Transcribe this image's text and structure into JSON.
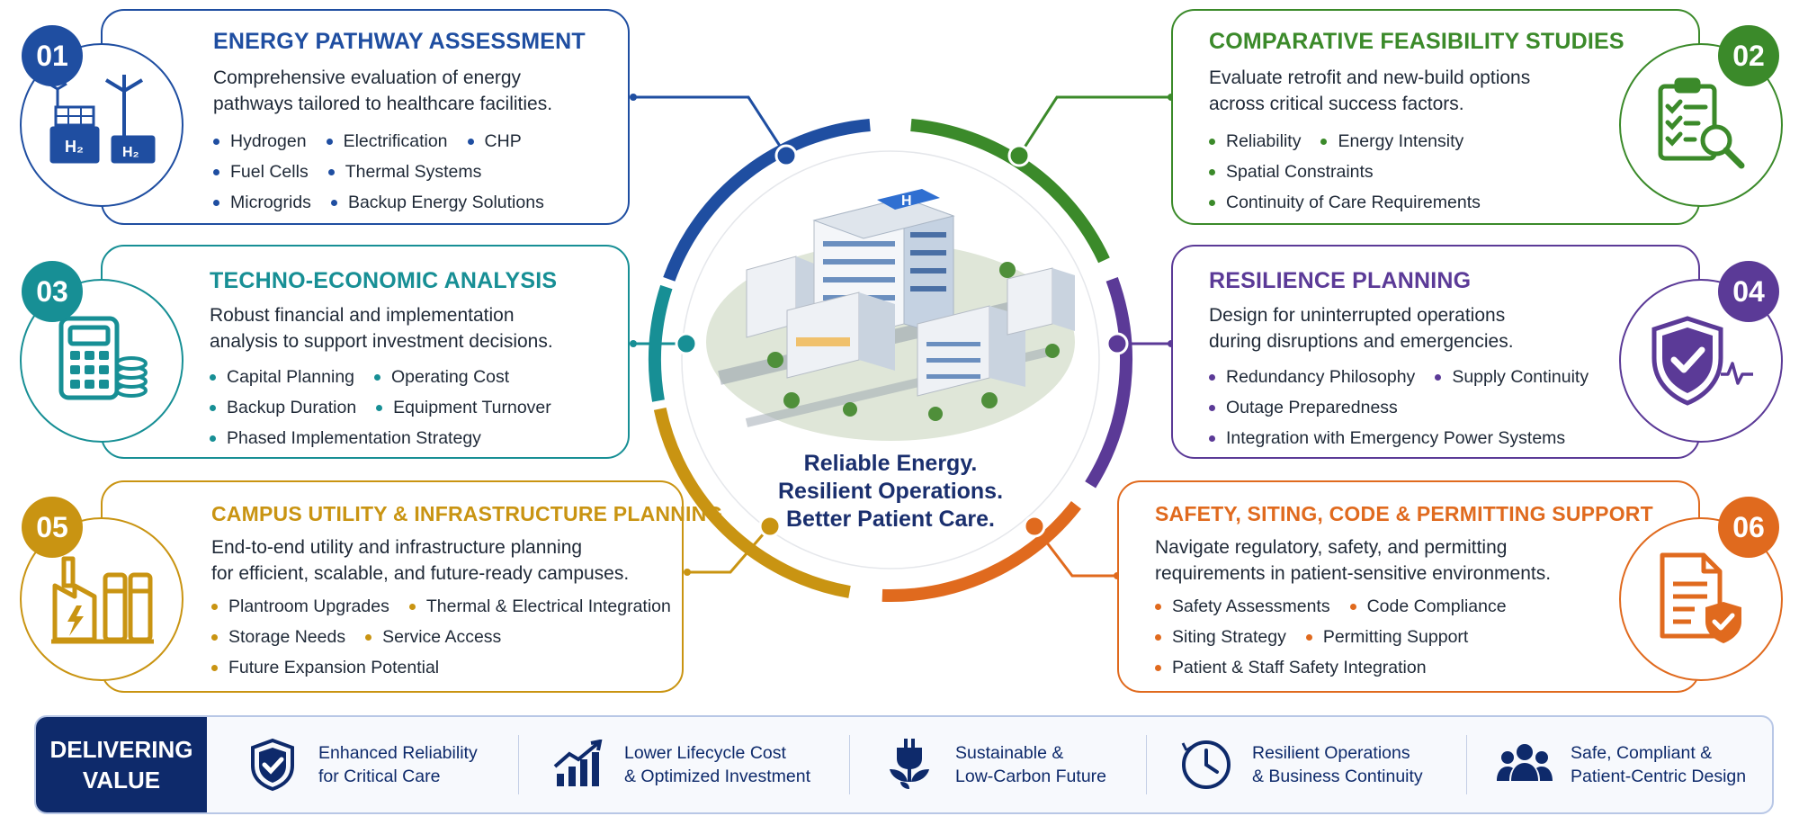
{
  "hub_text": [
    "Reliable Energy.",
    "Resilient Operations.",
    "Better Patient Care."
  ],
  "cards": [
    {
      "id": "energy-pathway",
      "number": "01",
      "color": "#1f4ea1",
      "title": "ENERGY PATHWAY ASSESSMENT",
      "desc": [
        "Comprehensive evaluation of energy",
        "pathways tailored to healthcare facilities."
      ],
      "bullets": [
        [
          "Hydrogen",
          "Electrification",
          "CHP"
        ],
        [
          "Fuel Cells",
          "Thermal Systems"
        ],
        [
          "Microgrids",
          "Backup Energy Solutions"
        ]
      ],
      "icon": "hydrogen-energy-icon",
      "icon_labels": [
        "H₂",
        "H₂"
      ]
    },
    {
      "id": "feasibility",
      "number": "02",
      "color": "#3b8a2a",
      "title": "COMPARATIVE FEASIBILITY STUDIES",
      "desc": [
        "Evaluate retrofit and new-build options",
        "across critical success factors."
      ],
      "bullets": [
        [
          "Reliability",
          "Energy Intensity"
        ],
        [
          "Spatial Constraints"
        ],
        [
          "Continuity of Care Requirements"
        ]
      ],
      "icon": "checklist-magnifier-icon"
    },
    {
      "id": "techno-economic",
      "number": "03",
      "color": "#178f95",
      "title": "TECHNO-ECONOMIC ANALYSIS",
      "desc": [
        "Robust financial and implementation",
        "analysis to support investment decisions."
      ],
      "bullets": [
        [
          "Capital Planning",
          "Operating Cost"
        ],
        [
          "Backup Duration",
          "Equipment Turnover"
        ],
        [
          "Phased Implementation Strategy"
        ]
      ],
      "icon": "calculator-coins-icon"
    },
    {
      "id": "resilience",
      "number": "04",
      "color": "#5b3a97",
      "title": "RESILIENCE PLANNING",
      "desc": [
        "Design for uninterrupted operations",
        "during disruptions and emergencies."
      ],
      "bullets": [
        [
          "Redundancy Philosophy",
          "Supply Continuity"
        ],
        [
          "Outage Preparedness"
        ],
        [
          "Integration with Emergency Power Systems"
        ]
      ],
      "icon": "shield-heartbeat-icon"
    },
    {
      "id": "campus-utility",
      "number": "05",
      "color": "#c99412",
      "title": "CAMPUS UTILITY & INFRASTRUCTURE PLANNING",
      "desc": [
        "End-to-end utility and infrastructure planning",
        "for efficient, scalable, and future-ready campuses."
      ],
      "bullets": [
        [
          "Plantroom Upgrades",
          "Thermal & Electrical Integration"
        ],
        [
          "Storage Needs",
          "Service Access"
        ],
        [
          "Future Expansion Potential"
        ]
      ],
      "icon": "power-plant-icon"
    },
    {
      "id": "safety-siting",
      "number": "06",
      "color": "#e06a1e",
      "title": "SAFETY, SITING, CODE & PERMITTING SUPPORT",
      "desc": [
        "Navigate regulatory, safety, and permitting",
        "requirements in patient-sensitive environments."
      ],
      "bullets": [
        [
          "Safety Assessments",
          "Code Compliance"
        ],
        [
          "Siting Strategy",
          "Permitting Support"
        ],
        [
          "Patient & Staff Safety Integration"
        ]
      ],
      "icon": "document-shield-icon"
    }
  ],
  "value_bar": {
    "label": [
      "DELIVERING",
      "VALUE"
    ],
    "items": [
      {
        "icon": "shield-check-icon",
        "text": [
          "Enhanced Reliability",
          "for Critical Care"
        ]
      },
      {
        "icon": "growth-chart-icon",
        "text": [
          "Lower Lifecycle Cost",
          "& Optimized Investment"
        ]
      },
      {
        "icon": "plug-leaf-icon",
        "text": [
          "Sustainable &",
          "Low-Carbon Future"
        ]
      },
      {
        "icon": "clock-icon",
        "text": [
          "Resilient Operations",
          "& Business Continuity"
        ]
      },
      {
        "icon": "people-group-icon",
        "text": [
          "Safe, Compliant &",
          "Patient-Centric Design"
        ]
      }
    ]
  },
  "colors": {
    "navy": "#0e2a6b",
    "blue": "#1f4ea1",
    "green": "#3b8a2a",
    "teal": "#178f95",
    "purple": "#5b3a97",
    "gold": "#c99412",
    "orange": "#e06a1e"
  }
}
